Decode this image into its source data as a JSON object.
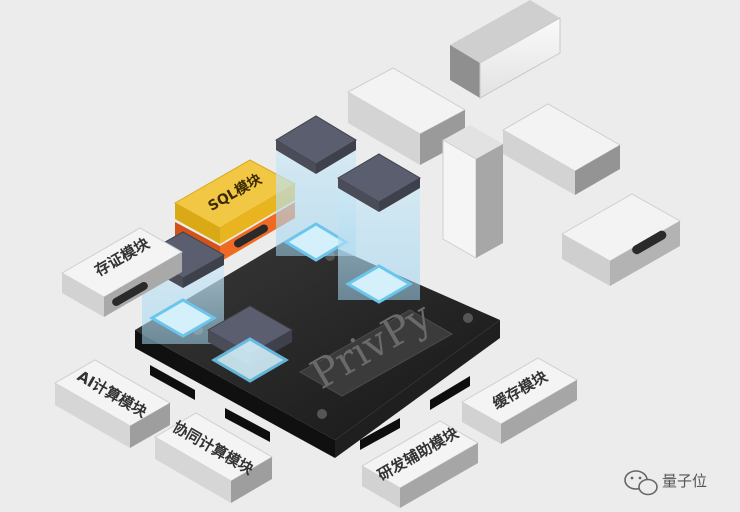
{
  "diagram": {
    "platform_label": "PrivPy",
    "modules": {
      "sql": "SQL模块",
      "evidence": "存证模块",
      "ai": "AI计算模块",
      "collab": "协同计算模块",
      "rnd": "研发辅助模块",
      "cache": "缓存模块"
    }
  },
  "watermark": "量子位",
  "colors": {
    "background": "#ececec",
    "platform": "#2a2a2a",
    "sql_module": "#f2c744",
    "sql_module_base": "#ef6b24",
    "cube_top": "#5b5e6e",
    "glass": "#bfe3f4",
    "module_light": "#f4f4f4"
  }
}
